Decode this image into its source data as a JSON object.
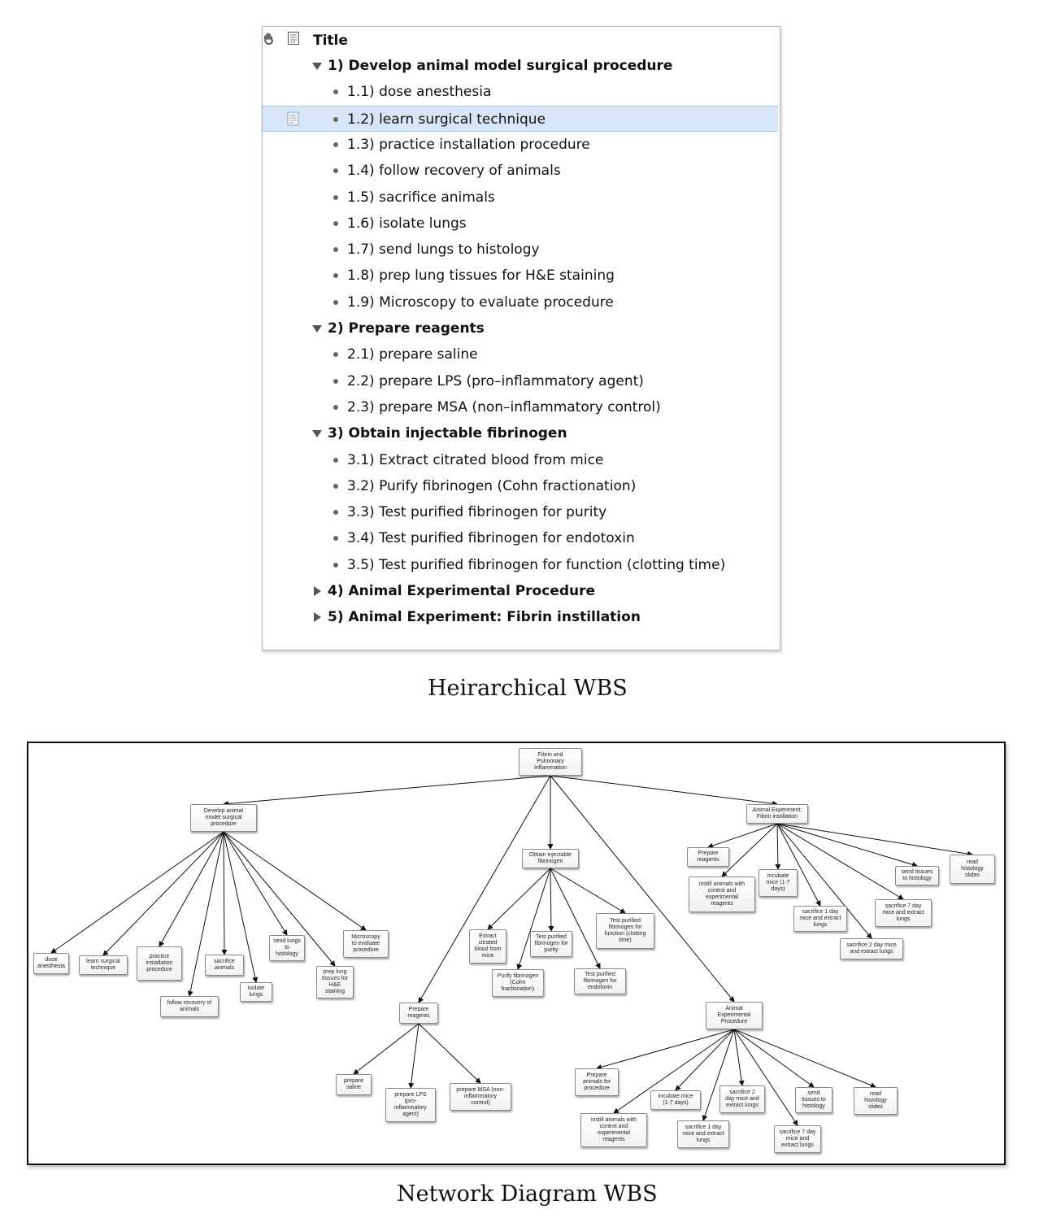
{
  "outline": {
    "header_title": "Title",
    "rows": [
      {
        "text": "1)  Develop animal model surgical procedure",
        "level": 1,
        "expander": "down"
      },
      {
        "text": "1.1)  dose anesthesia",
        "level": 2
      },
      {
        "text": "1.2)  learn surgical technique",
        "level": 2,
        "selected": true
      },
      {
        "text": "1.3)  practice installation procedure",
        "level": 2
      },
      {
        "text": "1.4)  follow recovery of animals",
        "level": 2
      },
      {
        "text": "1.5)  sacrifice animals",
        "level": 2
      },
      {
        "text": "1.6)  isolate lungs",
        "level": 2
      },
      {
        "text": "1.7)  send lungs to histology",
        "level": 2
      },
      {
        "text": "1.8)  prep lung tissues for H&E staining",
        "level": 2
      },
      {
        "text": "1.9)  Microscopy to evaluate procedure",
        "level": 2
      },
      {
        "text": "2)  Prepare reagents",
        "level": 1,
        "expander": "down"
      },
      {
        "text": "2.1)  prepare saline",
        "level": 2
      },
      {
        "text": "2.2)  prepare LPS (pro–inflammatory agent)",
        "level": 2
      },
      {
        "text": "2.3)  prepare MSA (non–inflammatory control)",
        "level": 2
      },
      {
        "text": "3)  Obtain injectable fibrinogen",
        "level": 1,
        "expander": "down"
      },
      {
        "text": "3.1)  Extract citrated blood from mice",
        "level": 2
      },
      {
        "text": "3.2)  Purify fibrinogen (Cohn fractionation)",
        "level": 2
      },
      {
        "text": "3.3)  Test purified fibrinogen for purity",
        "level": 2
      },
      {
        "text": "3.4)  Test purified fibrinogen for endotoxin",
        "level": 2
      },
      {
        "text": "3.5)  Test purified fibrinogen for function (clotting time)",
        "level": 2
      },
      {
        "text": "4)  Animal Experimental Procedure",
        "level": 1,
        "expander": "right"
      },
      {
        "text": "5)  Animal Experiment: Fibrin instillation",
        "level": 1,
        "expander": "right"
      }
    ]
  },
  "captions": {
    "outline": "Heirarchical WBS",
    "network": "Network Diagram WBS"
  },
  "network": {
    "nodes": [
      {
        "id": "root",
        "label": "Fibrin and\nPulmonary\nInflammation"
      },
      {
        "id": "dev",
        "label": "Develop animal\nmodel surgical\nprocedure"
      },
      {
        "id": "obtain",
        "label": "Obtain injectable\nfibrinogen"
      },
      {
        "id": "exp5",
        "label": "Animal Experiment:\nFibrin instillation"
      },
      {
        "id": "prep",
        "label": "Prepare\nreagents"
      },
      {
        "id": "proc4",
        "label": "Animal\nExperimental\nProcedure"
      },
      {
        "id": "d1",
        "label": "dose\nanesthesia"
      },
      {
        "id": "d2",
        "label": "learn surgical\ntechnique"
      },
      {
        "id": "d3",
        "label": "practice\ninstallation\nprocedure"
      },
      {
        "id": "d4",
        "label": "follow recovery of\nanimals"
      },
      {
        "id": "d5",
        "label": "sacrifice\nanimals"
      },
      {
        "id": "d6",
        "label": "isolate\nlungs"
      },
      {
        "id": "d7",
        "label": "send lungs\nto\nhistology"
      },
      {
        "id": "d8",
        "label": "prep lung\ntissues for\nH&E\nstaining"
      },
      {
        "id": "d9",
        "label": "Microscopy\nto evaluate\nprocedure"
      },
      {
        "id": "o1",
        "label": "Extract\ncitrated\nblood from\nmice"
      },
      {
        "id": "o2",
        "label": "Purify fibrinogen\n(Cohn\nfractionation)"
      },
      {
        "id": "o3",
        "label": "Test purified\nfibrinogen for\npurity"
      },
      {
        "id": "o4",
        "label": "Test purified\nfibrinogen for\nendotoxin"
      },
      {
        "id": "o5",
        "label": "Test purified\nfibrinogen for\nfunction (clotting\ntime)"
      },
      {
        "id": "p1",
        "label": "prepare\nsaline"
      },
      {
        "id": "p2",
        "label": "prepare LPS\n(pro-\ninflammatory\nagent)"
      },
      {
        "id": "p3",
        "label": "prepare MSA (non-\ninflammatory\ncontrol)"
      },
      {
        "id": "e1",
        "label": "Prepare\nreagents"
      },
      {
        "id": "e2",
        "label": "instill animals with\ncontrol and\nexperimental\nreagents"
      },
      {
        "id": "e3",
        "label": "incubate\nmice (1-7\ndays)"
      },
      {
        "id": "e4",
        "label": "sacrifice 1 day\nmice and extract\nlungs"
      },
      {
        "id": "e5",
        "label": "sacrifice 2 day mice\nand extract lungs"
      },
      {
        "id": "e6",
        "label": "sacrifice 7 day\nmice and extract\nlungs"
      },
      {
        "id": "e7",
        "label": "send tissues\nto histology"
      },
      {
        "id": "e8",
        "label": "read\nhistology\nslides"
      },
      {
        "id": "a1",
        "label": "Prepare\nanimals for\nprocedure"
      },
      {
        "id": "a2",
        "label": "instill animals with\ncontrol and\nexperimental\nreagents"
      },
      {
        "id": "a3",
        "label": "incubate mice\n(1-7 days)"
      },
      {
        "id": "a4",
        "label": "sacrifice 1 day\nmice and extract\nlungs"
      },
      {
        "id": "a5",
        "label": "sacrifice 2\nday mice and\nextract lungs"
      },
      {
        "id": "a6",
        "label": "sacrifice 7 day\nmice and\nextract lungs"
      },
      {
        "id": "a7",
        "label": "send\ntissues to\nhistology"
      },
      {
        "id": "a8",
        "label": "read\nhistology\nslides"
      }
    ],
    "edges": [
      [
        "root",
        "dev"
      ],
      [
        "root",
        "obtain"
      ],
      [
        "root",
        "exp5"
      ],
      [
        "root",
        "prep"
      ],
      [
        "root",
        "proc4"
      ],
      [
        "dev",
        "d1"
      ],
      [
        "dev",
        "d2"
      ],
      [
        "dev",
        "d3"
      ],
      [
        "dev",
        "d4"
      ],
      [
        "dev",
        "d5"
      ],
      [
        "dev",
        "d6"
      ],
      [
        "dev",
        "d7"
      ],
      [
        "dev",
        "d8"
      ],
      [
        "dev",
        "d9"
      ],
      [
        "obtain",
        "o1"
      ],
      [
        "obtain",
        "o2"
      ],
      [
        "obtain",
        "o3"
      ],
      [
        "obtain",
        "o4"
      ],
      [
        "obtain",
        "o5"
      ],
      [
        "prep",
        "p1"
      ],
      [
        "prep",
        "p2"
      ],
      [
        "prep",
        "p3"
      ],
      [
        "exp5",
        "e1"
      ],
      [
        "exp5",
        "e2"
      ],
      [
        "exp5",
        "e3"
      ],
      [
        "exp5",
        "e4"
      ],
      [
        "exp5",
        "e5"
      ],
      [
        "exp5",
        "e6"
      ],
      [
        "exp5",
        "e7"
      ],
      [
        "exp5",
        "e8"
      ],
      [
        "proc4",
        "a1"
      ],
      [
        "proc4",
        "a2"
      ],
      [
        "proc4",
        "a3"
      ],
      [
        "proc4",
        "a4"
      ],
      [
        "proc4",
        "a5"
      ],
      [
        "proc4",
        "a6"
      ],
      [
        "proc4",
        "a7"
      ],
      [
        "proc4",
        "a8"
      ]
    ]
  }
}
